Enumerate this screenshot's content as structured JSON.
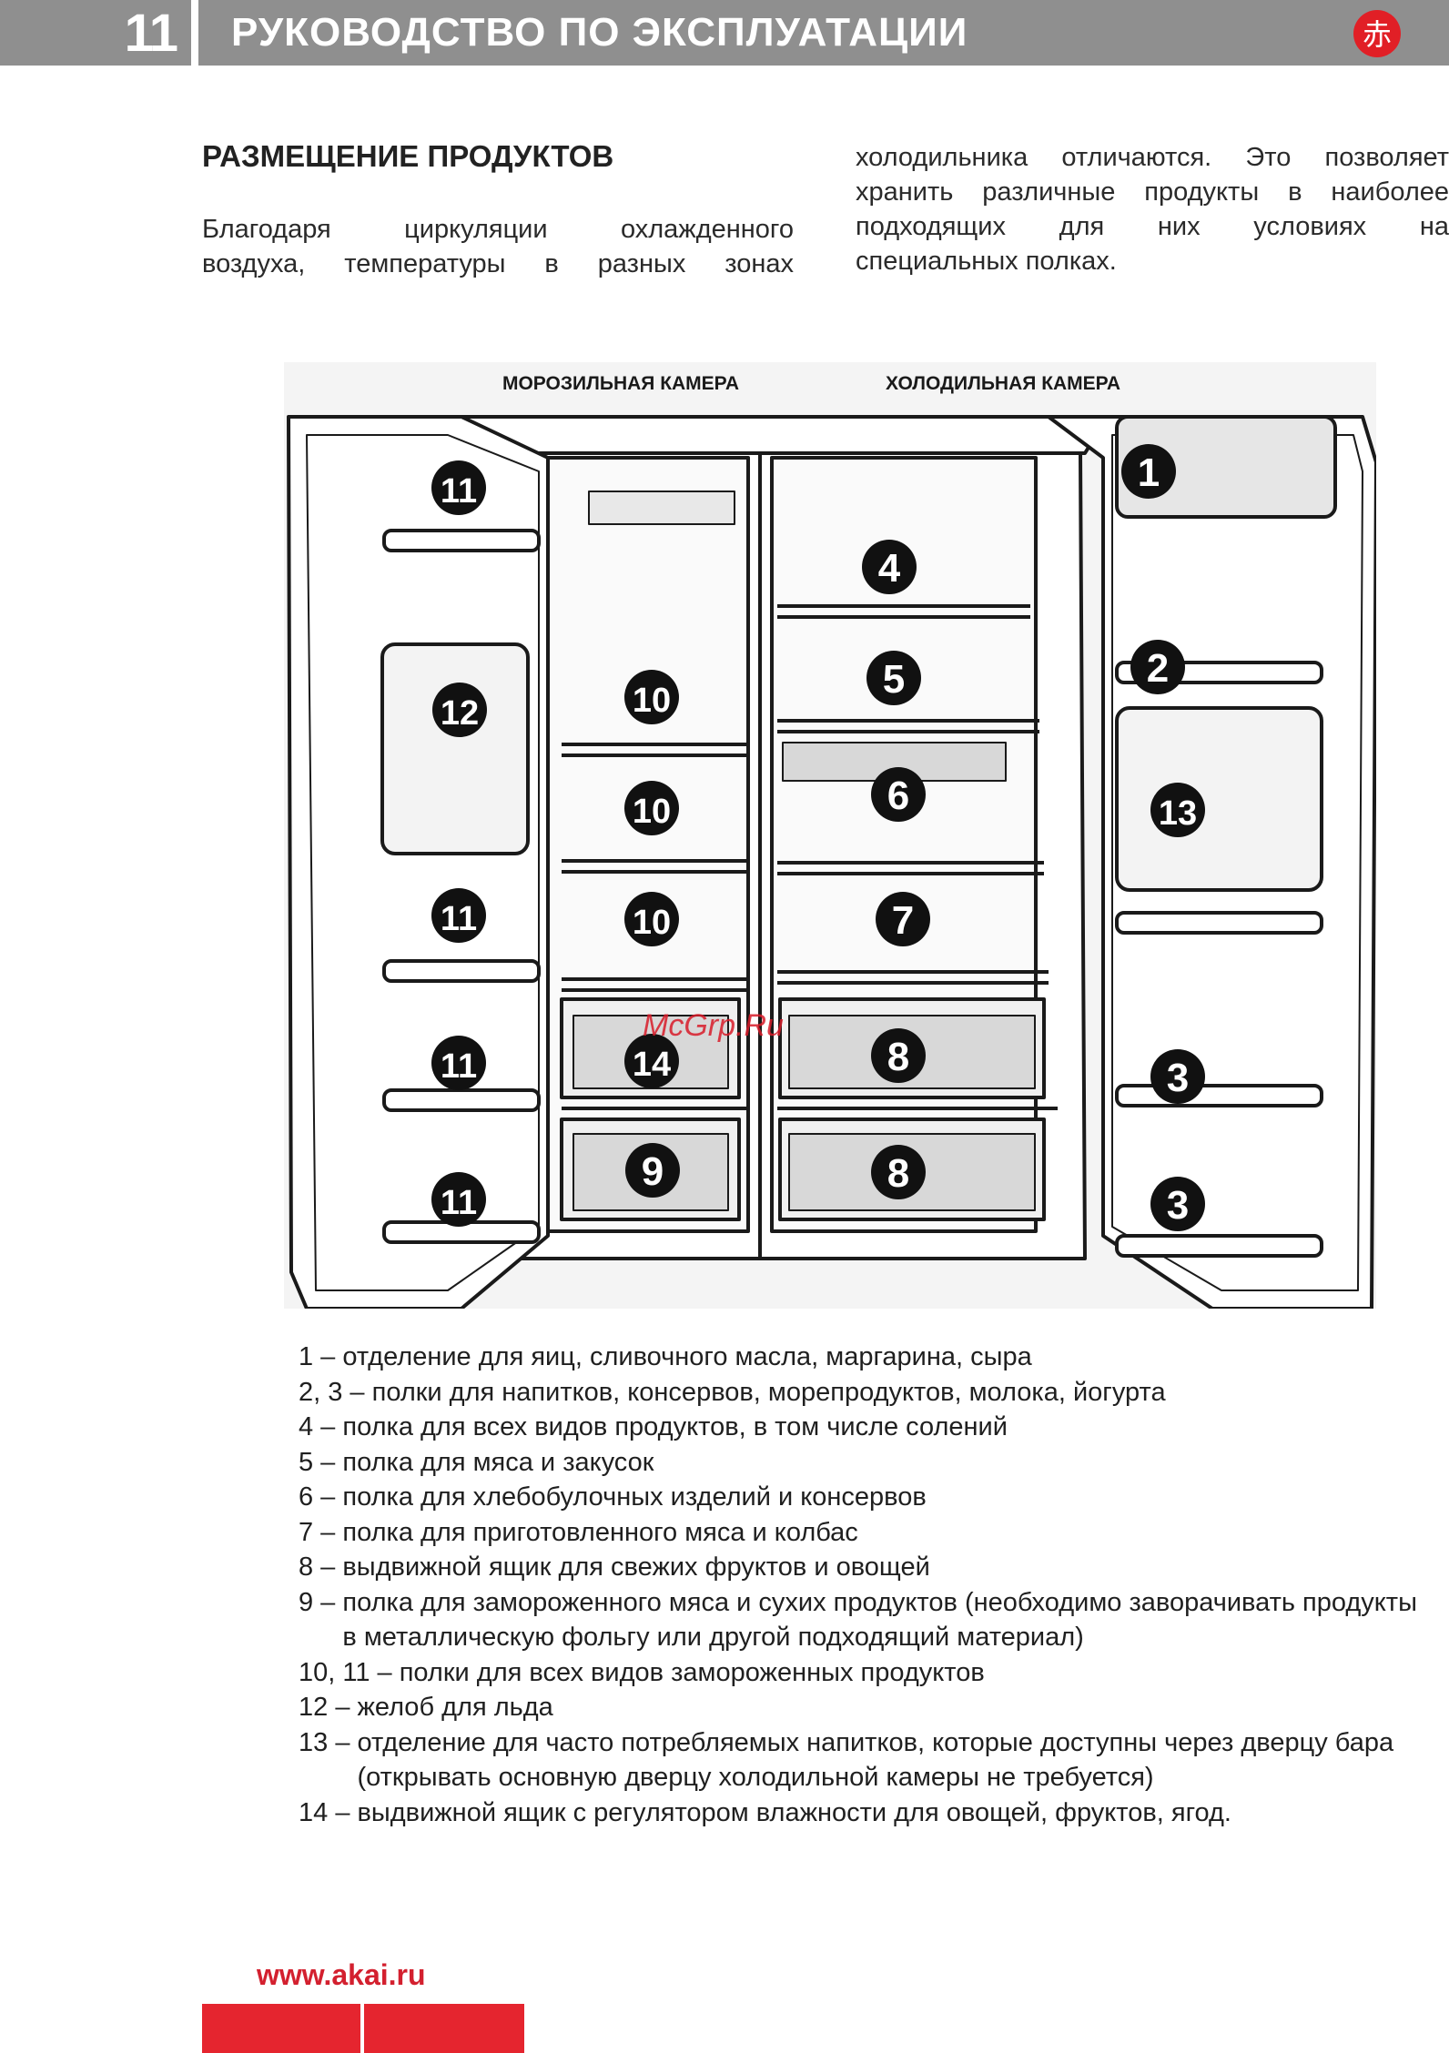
{
  "header": {
    "page_number": "11",
    "title": "РУКОВОДСТВО ПО ЭКСПЛУАТАЦИИ",
    "logo_glyph": "赤",
    "logo_color": "#e11f26",
    "bar_color": "#8f8f8f"
  },
  "section": {
    "title": "РАЗМЕЩЕНИЕ ПРОДУКТОВ",
    "intro_left": [
      "Благодаря циркуляции охлажденного",
      "воздуха, температуры в разных зонах"
    ],
    "intro_right": [
      "холодильника отличаются. Это позволяет",
      "хранить различные продукты в наиболее",
      "подходящих для них условиях на",
      "специальных полках."
    ]
  },
  "diagram": {
    "freezer_label": "МОРОЗИЛЬНАЯ КАМЕРА",
    "fridge_label": "ХОЛОДИЛЬНАЯ КАМЕРА",
    "markers": [
      "1",
      "2",
      "3",
      "3",
      "4",
      "5",
      "6",
      "7",
      "8",
      "8",
      "9",
      "10",
      "10",
      "10",
      "11",
      "11",
      "11",
      "11",
      "12",
      "13",
      "14"
    ]
  },
  "watermark": "McGrp.Ru",
  "legend": [
    {
      "num": "1 – ",
      "text": "отделение для яиц, сливочного масла, маргарина, сыра"
    },
    {
      "num": "2, 3 – ",
      "text": "полки для напитков, консервов, морепродуктов, молока, йогурта"
    },
    {
      "num": "4 – ",
      "text": "полка для всех видов продуктов, в том числе солений"
    },
    {
      "num": "5 – ",
      "text": "полка для мяса и закусок"
    },
    {
      "num": "6 – ",
      "text": "полка для хлебобулочных изделий и консервов"
    },
    {
      "num": "7 – ",
      "text": "полка для приготовленного мяса и колбас"
    },
    {
      "num": "8 – ",
      "text": "выдвижной ящик для свежих фруктов и овощей"
    },
    {
      "num": "9 – ",
      "text": "полка для замороженного мяса и сухих продуктов (необходимо заворачивать продукты в металлическую фольгу или другой подходящий материал)"
    },
    {
      "num": "10, 11 – ",
      "text": "полки для всех видов замороженных продуктов"
    },
    {
      "num": "12 – ",
      "text": "желоб для льда"
    },
    {
      "num": "13 – ",
      "text": "отделение для часто потребляемых напитков, которые доступны через дверцу бара (открывать основную дверцу холодильной камеры не требуется)"
    },
    {
      "num": "14 – ",
      "text": "выдвижной ящик с регулятором влажности для овощей, фруктов, ягод."
    }
  ],
  "footer": {
    "site": "www.akai.ru",
    "accent_color": "#e5252f"
  }
}
